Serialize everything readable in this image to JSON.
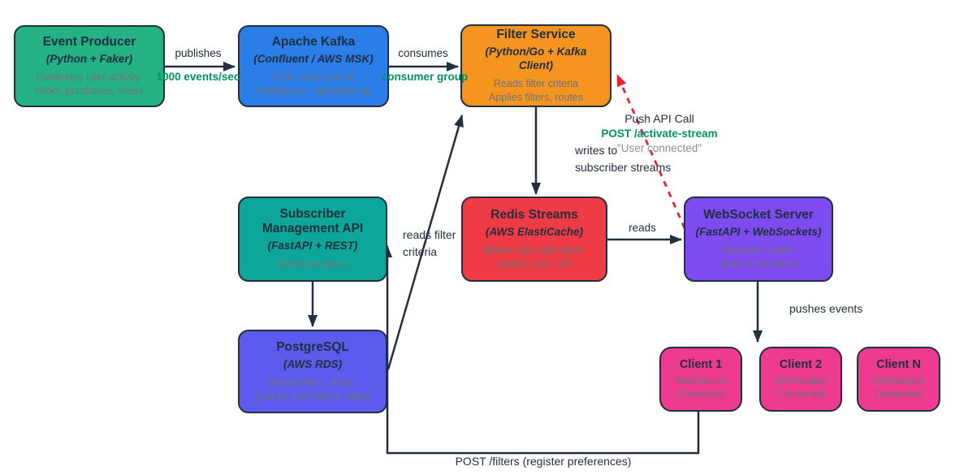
{
  "diagram": {
    "colors": {
      "green": "#24b183",
      "blue": "#2b7de8",
      "orange": "#f5941f",
      "teal": "#0ca79a",
      "red": "#ef3b46",
      "purple": "#7d4bf0",
      "indigo": "#5b5bee",
      "pink": "#ef3b8f",
      "stroke": "#222f3e",
      "green_label": "#00945f",
      "red_dashed": "#e62330",
      "desc_gray": "#6e737b"
    },
    "nodes": [
      {
        "id": "event-producer",
        "title": "Event Producer",
        "subtitle": "(Python + Faker)",
        "desc": [
          "Generates user activity:",
          "clicks, purchases, views"
        ],
        "color": "green"
      },
      {
        "id": "apache-kafka",
        "title": "Apache Kafka",
        "subtitle": "(Confluent / AWS MSK)",
        "desc": [
          "Topic: user-events",
          "Partitioned, replicated log"
        ],
        "color": "blue"
      },
      {
        "id": "filter-service",
        "title": "Filter Service",
        "subtitle": "(Python/Go + Kafka Client)",
        "desc": [
          "Reads filter criteria",
          "Applies filters, routes"
        ],
        "color": "orange"
      },
      {
        "id": "subscriber-management-api",
        "title": "Subscriber Management API",
        "subtitle": "(FastAPI + REST)",
        "desc": [
          "CRUD for filters"
        ],
        "color": "teal"
      },
      {
        "id": "redis-streams",
        "title": "Redis Streams",
        "subtitle": "(AWS ElastiCache)",
        "desc": [
          "Stream per subscriber:",
          "events:user:123"
        ],
        "color": "red"
      },
      {
        "id": "websocket-server",
        "title": "WebSocket Server",
        "subtitle": "(FastAPI + WebSockets)",
        "desc": [
          "Maintains active",
          "client connections"
        ],
        "color": "purple"
      },
      {
        "id": "postgresql",
        "title": "PostgreSQL",
        "subtitle": "(AWS RDS)",
        "desc": [
          "Stores filter criteria:",
          "{userId, eventType, rules}"
        ],
        "color": "indigo"
      },
      {
        "id": "client-1",
        "title": "Client 1",
        "desc": [
          "WebSocket",
          "Connected"
        ],
        "color": "pink"
      },
      {
        "id": "client-2",
        "title": "Client 2",
        "desc": [
          "WebSocket",
          "Connected"
        ],
        "color": "pink"
      },
      {
        "id": "client-n",
        "title": "Client N",
        "desc": [
          "WebSocket",
          "Connected"
        ],
        "color": "pink"
      }
    ],
    "edges": {
      "publishes": {
        "label": "publishes",
        "sublabel": "1000 events/sec"
      },
      "consumes": {
        "label": "consumes",
        "sublabel": "consumer group"
      },
      "writes_to": {
        "line1": "writes to",
        "line2": "subscriber streams"
      },
      "reads": {
        "label": "reads"
      },
      "pushes": {
        "label": "pushes events"
      },
      "reads_filter": {
        "line1": "reads filter",
        "line2": "criteria"
      },
      "push_api": {
        "line1": "Push API Call",
        "line2": "POST /activate-stream",
        "line3": "\"User connected\""
      },
      "post_filters": {
        "label": "POST /filters (register preferences)"
      }
    }
  }
}
